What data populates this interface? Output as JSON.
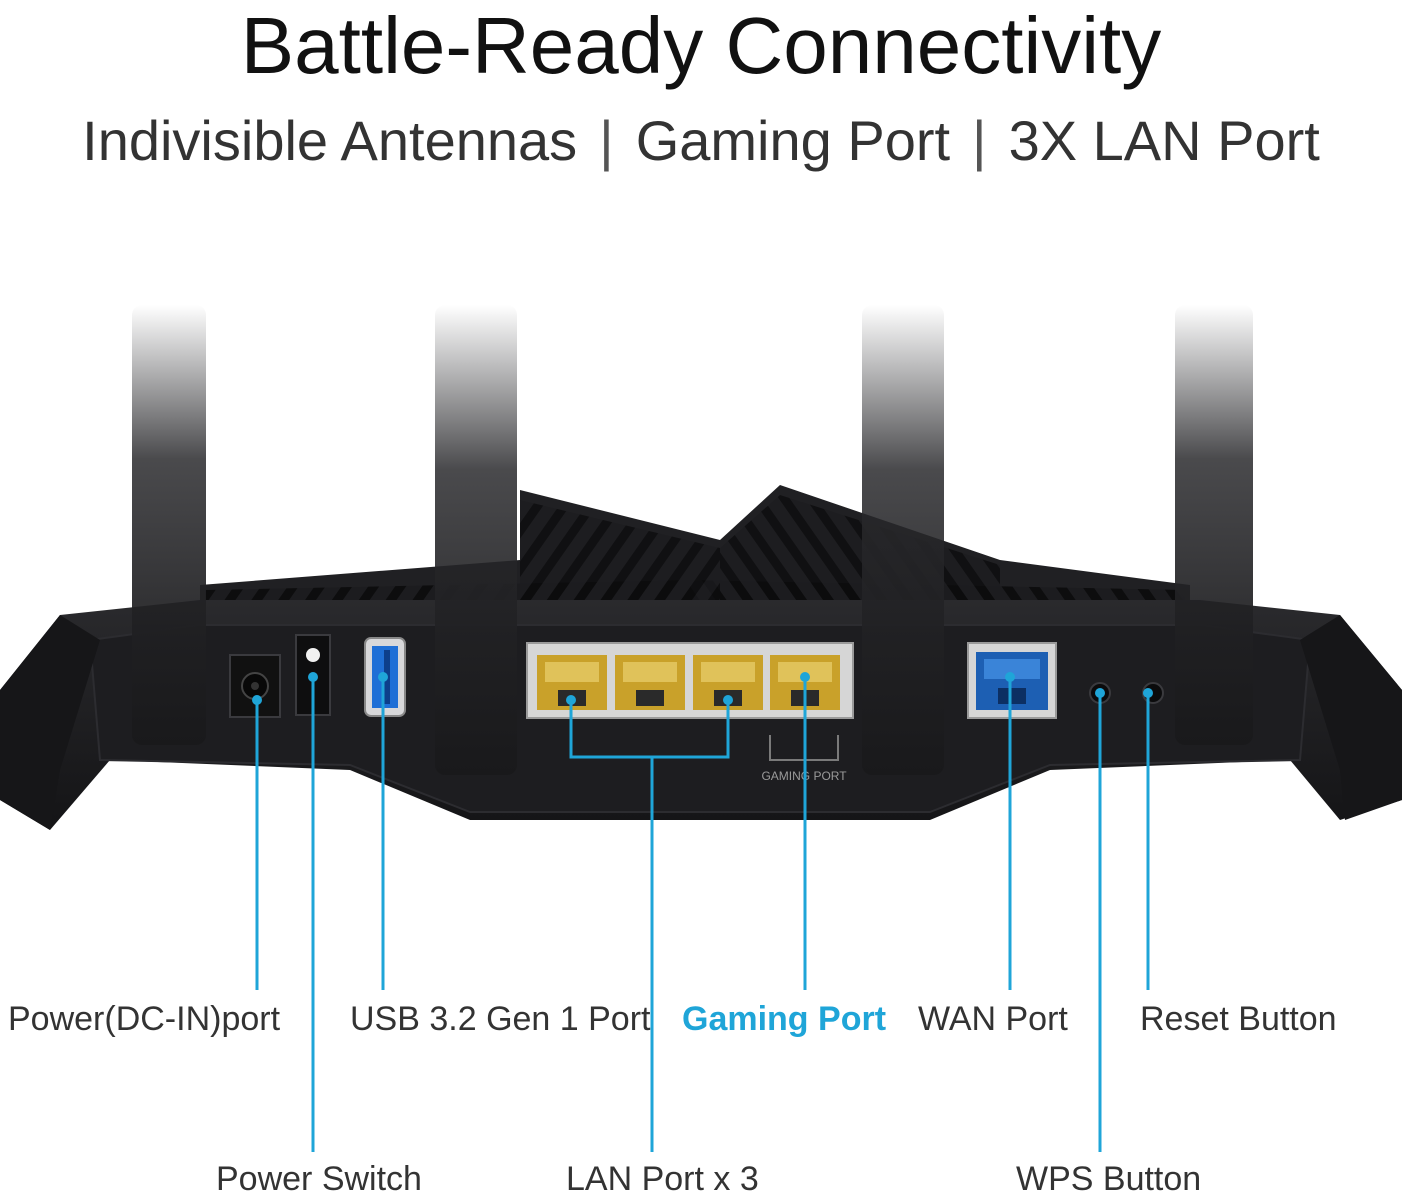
{
  "header": {
    "title": "Battle-Ready Connectivity",
    "features": [
      "Indivisible Antennas",
      "Gaming Port",
      "3X LAN Port"
    ],
    "separator": "|"
  },
  "device": {
    "port_group_label": "GAMING PORT"
  },
  "callouts": {
    "power_dc_in": "Power(DC-IN)port",
    "usb": "USB 3.2 Gen 1 Port",
    "gaming_port": "Gaming Port",
    "wan_port": "WAN Port",
    "reset_button": "Reset Button",
    "power_switch": "Power Switch",
    "lan_ports": "LAN Port x 3",
    "wps_button": "WPS Button"
  },
  "colors": {
    "accent": "#1fa5d8",
    "lan_port": "#c9a12a",
    "wan_port": "#1d5fb3",
    "body": "#1b1b1d"
  }
}
